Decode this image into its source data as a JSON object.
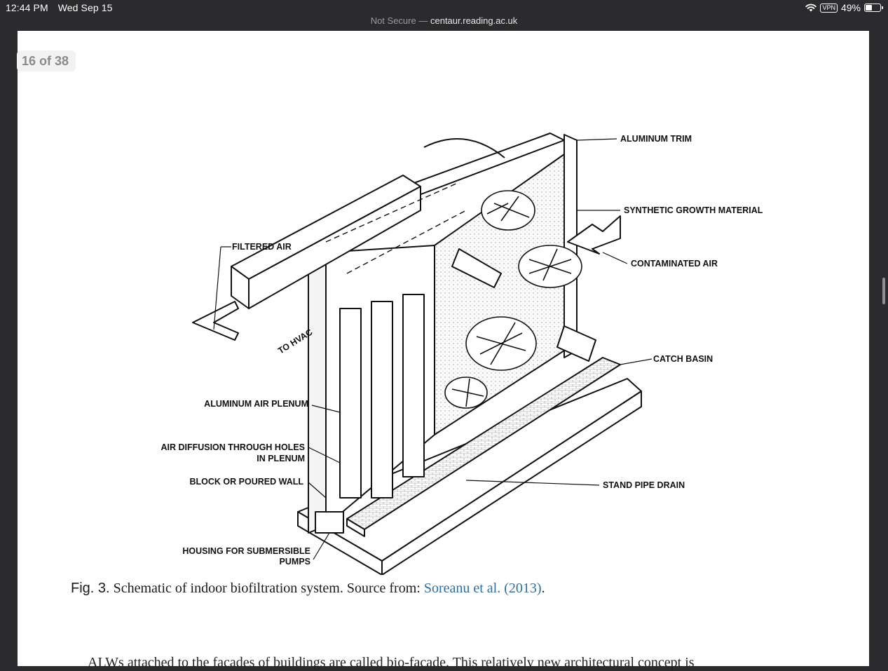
{
  "status_bar": {
    "time": "12:44 PM",
    "date": "Wed Sep 15",
    "vpn": "VPN",
    "battery": "49%",
    "battery_level": 0.49,
    "icons": [
      "wifi-icon",
      "battery-icon"
    ]
  },
  "address_bar": {
    "security": "Not Secure",
    "separator": "—",
    "domain": "centaur.reading.ac.uk"
  },
  "pdf": {
    "page_indicator": "16 of 38",
    "figure_labels": {
      "aluminum_trim": "ALUMINUM TRIM",
      "synthetic_growth": "SYNTHETIC GROWTH MATERIAL",
      "contaminated_air": "CONTAMINATED AIR",
      "filtered_air": "FILTERED AIR",
      "to_hvac": "TO HVAC",
      "catch_basin": "CATCH BASIN",
      "air_plenum": "ALUMINUM AIR PLENUM",
      "air_diffusion_1": "AIR DIFFUSION THROUGH HOLES",
      "air_diffusion_2": "IN PLENUM",
      "block_wall": "BLOCK OR POURED WALL",
      "stand_pipe": "STAND PIPE DRAIN",
      "housing_1": "HOUSING FOR SUBMERSIBLE",
      "housing_2": "PUMPS"
    },
    "caption": {
      "label": "Fig. 3.",
      "text": " Schematic of indoor biofiltration system. Source from: ",
      "link": "Soreanu et al. (2013)",
      "end": "."
    },
    "body_text": "ALWs attached to the facades of buildings are called bio-facade. This relatively new architectural concept is"
  },
  "colors": {
    "chrome_bg": "#2b2b2d",
    "page_bg": "#ffffff",
    "link": "#2e6f9e"
  }
}
